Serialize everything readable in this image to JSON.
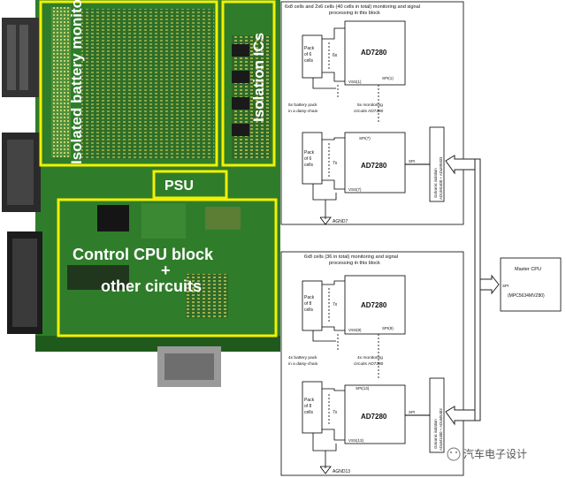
{
  "photo": {
    "labels": {
      "isolated_battery_monitors": "Isolated battery monitors",
      "isolation_ics": "Isolation ICs",
      "psu": "PSU",
      "control_cpu_line1": "Control CPU block",
      "plus": "+",
      "other_circuits": "other circuits"
    },
    "colors": {
      "board": "#2f7d2a",
      "board_dark": "#1f5a1c",
      "highlight": "#f3f000"
    }
  },
  "diagram": {
    "top_block": {
      "header_line1": "6x8 cells and 2x6 cells (40 cells in total) monitoring and signal",
      "header_line2": "processing in this block",
      "pack1": [
        "Pack",
        "of 6",
        "cells"
      ],
      "pack2": [
        "Pack",
        "of 6",
        "cells"
      ],
      "mult1": "6x",
      "mult2": "7x",
      "ad_top": "AD7280",
      "ad_bottom": "AD7280",
      "vss_top": "VSS(1)",
      "spi_top": "SPI(1)",
      "spi_bottom": "SPI(7)",
      "vss_bottom": "VSS(7)",
      "spi_side": "SPI",
      "daisy": [
        "5x battery pack",
        "in a daisy-chain"
      ],
      "monitoring": [
        "5x monitoring",
        "circuits AD7280"
      ],
      "ground": "AGND7",
      "isolation": [
        "Galvanic isolation",
        "ADUM1400 + ADuM5403"
      ]
    },
    "bottom_block": {
      "header_line1": "6x8 cells (36 in total) monitoring and signal",
      "header_line2": "processing in this block",
      "pack1": [
        "Pack",
        "of 8",
        "cells"
      ],
      "pack2": [
        "Pack",
        "of 8",
        "cells"
      ],
      "mult1": "7x",
      "mult2": "7x",
      "ad_top": "AD7280",
      "ad_bottom": "AD7280",
      "vss_top": "VSS(8)",
      "spi_top": "SPI(8)",
      "spi_bottom": "SPI(13)",
      "vss_bottom": "VSS(13)",
      "spi_side": "SPI",
      "daisy": [
        "4x battery pack",
        "in a daisy-chain"
      ],
      "monitoring": [
        "4x monitoring",
        "circuits AD7280"
      ],
      "ground": "AGND13",
      "isolation": [
        "Galvanic isolation",
        "ADuM1400 + ADuM5403"
      ]
    },
    "master": {
      "title": "Master CPU",
      "part": "(MPC5634MVZ80)",
      "spi": "SPI"
    }
  },
  "watermark": {
    "text": "汽车电子设计"
  }
}
